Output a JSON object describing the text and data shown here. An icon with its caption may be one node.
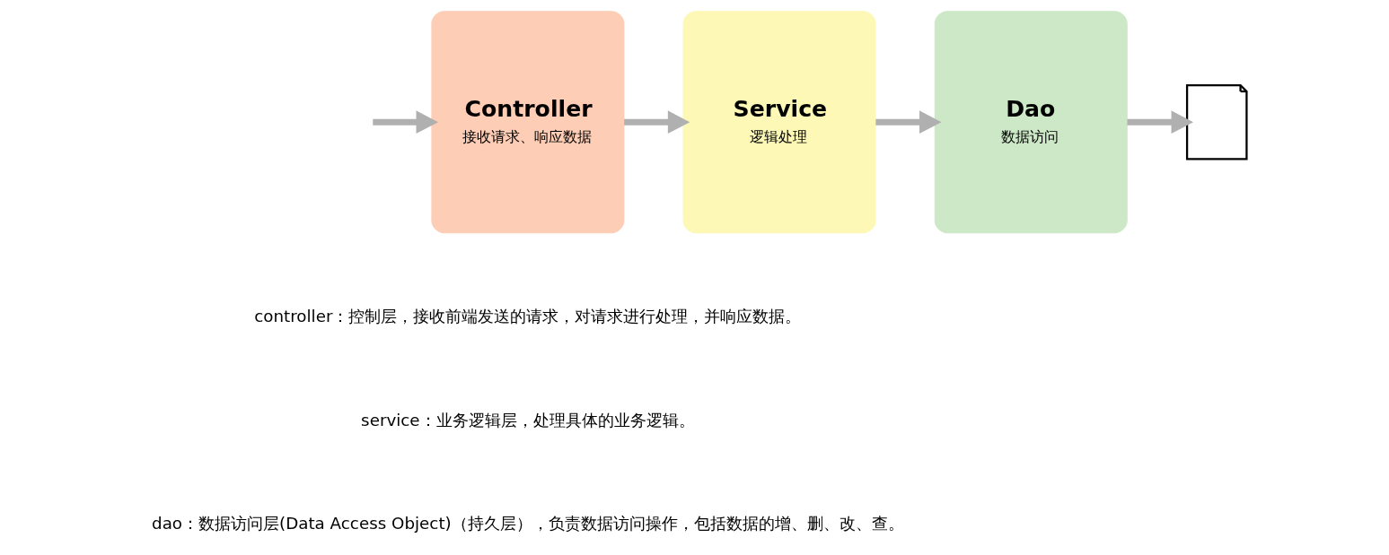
{
  "diagram": {
    "nodes": [
      {
        "text": [
          "Controller",
          "接收请求、响应数据"
        ]
      },
      {
        "text": [
          "Service",
          "逻辑处理"
        ]
      },
      {
        "text": [
          "Dao",
          "数据访问"
        ]
      },
      {
        "text": [],
        "shape": "document"
      }
    ],
    "edges": [
      {
        "from": null,
        "to": 0,
        "arrow": "to"
      },
      {
        "from": 0,
        "to": 1,
        "arrow": "to"
      },
      {
        "from": 1,
        "to": 2,
        "arrow": "to"
      },
      {
        "from": 2,
        "to": 3,
        "arrow": "to"
      }
    ],
    "labels": [
      "controller：控制层，接收前端发送的请求，对请求进行处理，并响应数据。",
      "service：业务逻辑层，处理具体的业务逻辑。",
      "dao：数据访问层(Data Access Object)（持久层），负责数据访问操作，包括数据的增、删、改、查。"
    ]
  }
}
